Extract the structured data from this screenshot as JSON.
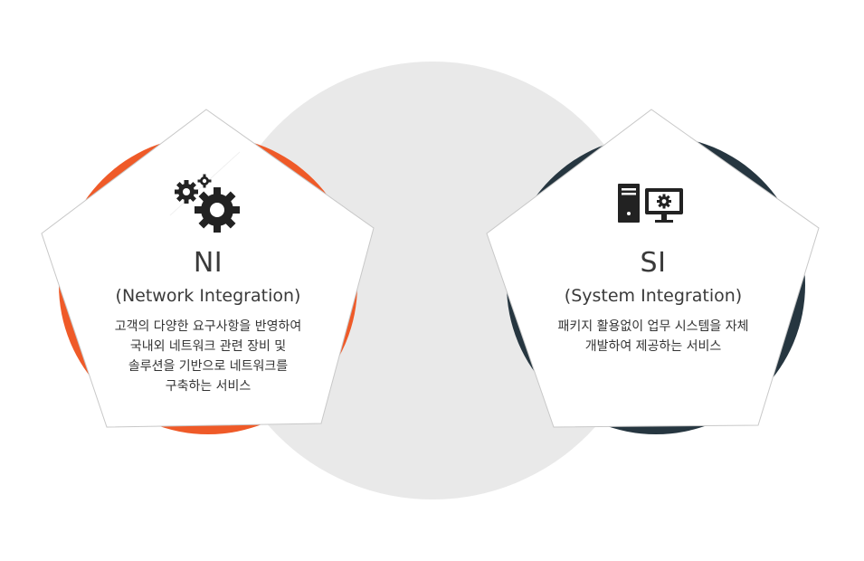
{
  "colors": {
    "accent_orange": "#ef5a28",
    "accent_navy": "#263640",
    "center_circle": "#e9e9e9",
    "pentagon_fill": "#ffffff",
    "pentagon_stroke": "#c8c8c8",
    "icon_color": "#222222"
  },
  "cards": [
    {
      "icon": "gears-icon",
      "title": "NI",
      "subtitle": "(Network Integration)",
      "desc_lines": [
        "고객의 다양한 요구사항을 반영하여",
        "국내외 네트워크 관련 장비 및",
        "솔루션을 기반으로 네트워크를",
        "구축하는 서비스"
      ]
    },
    {
      "icon": "computer-icon",
      "title": "SI",
      "subtitle": "(System Integration)",
      "desc_lines": [
        "패키지 활용없이 업무 시스템을 자체",
        "개발하여 제공하는 서비스"
      ]
    }
  ]
}
